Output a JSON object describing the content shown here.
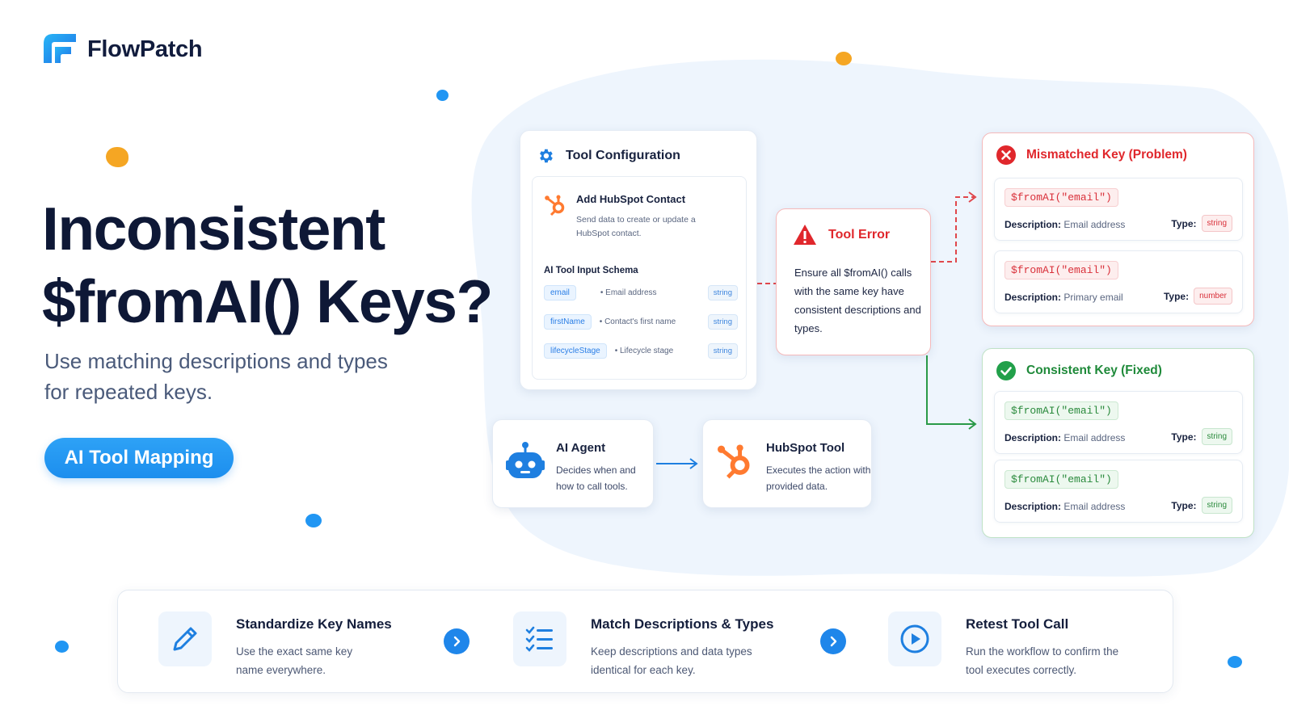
{
  "brand": {
    "name": "FlowPatch",
    "accent": "#1e8cf0"
  },
  "hero": {
    "title_line1": "Inconsistent",
    "title_line2": "$fromAI() Keys?",
    "subtitle": "Use matching descriptions and types for repeated keys.",
    "pill_label": "AI Tool Mapping"
  },
  "tool_config": {
    "title": "Tool Configuration",
    "node_title": "Add HubSpot Contact",
    "node_desc": "Send data to create or update a HubSpot contact.",
    "schema_title": "AI Tool Input Schema",
    "rows": [
      {
        "key": "email",
        "desc": "• Email address",
        "type": "string"
      },
      {
        "key": "firstName",
        "desc": "• Contact's first name",
        "type": "string"
      },
      {
        "key": "lifecycleStage",
        "desc": "• Lifecycle stage",
        "type": "string"
      }
    ]
  },
  "tool_error": {
    "title": "Tool Error",
    "body": "Ensure all $fromAI() calls with the same key have consistent descriptions and types."
  },
  "agent": {
    "title": "AI Agent",
    "desc": "Decides when and how to call tools."
  },
  "hubspot_tool": {
    "title": "HubSpot Tool",
    "desc": "Executes the action with provided data."
  },
  "mismatch": {
    "title": "Mismatched Key (Problem)",
    "items": [
      {
        "code": "$fromAI(\"email\")",
        "desc_label": "Description:",
        "desc": "Email address",
        "type_label": "Type:",
        "type": "string"
      },
      {
        "code": "$fromAI(\"email\")",
        "desc_label": "Description:",
        "desc": "Primary email",
        "type_label": "Type:",
        "type": "number"
      }
    ]
  },
  "consistent": {
    "title": "Consistent Key (Fixed)",
    "items": [
      {
        "code": "$fromAI(\"email\")",
        "desc_label": "Description:",
        "desc": "Email address",
        "type_label": "Type:",
        "type": "string"
      },
      {
        "code": "$fromAI(\"email\")",
        "desc_label": "Description:",
        "desc": "Email address",
        "type_label": "Type:",
        "type": "string"
      }
    ]
  },
  "steps": [
    {
      "title": "Standardize Key Names",
      "desc": "Use the exact same key name everywhere.",
      "icon": "pencil-icon"
    },
    {
      "title": "Match Descriptions & Types",
      "desc": "Keep descriptions and data types identical for each key.",
      "icon": "checklist-icon"
    },
    {
      "title": "Retest Tool Call",
      "desc": "Run the workflow to confirm the tool executes correctly.",
      "icon": "play-icon"
    }
  ]
}
